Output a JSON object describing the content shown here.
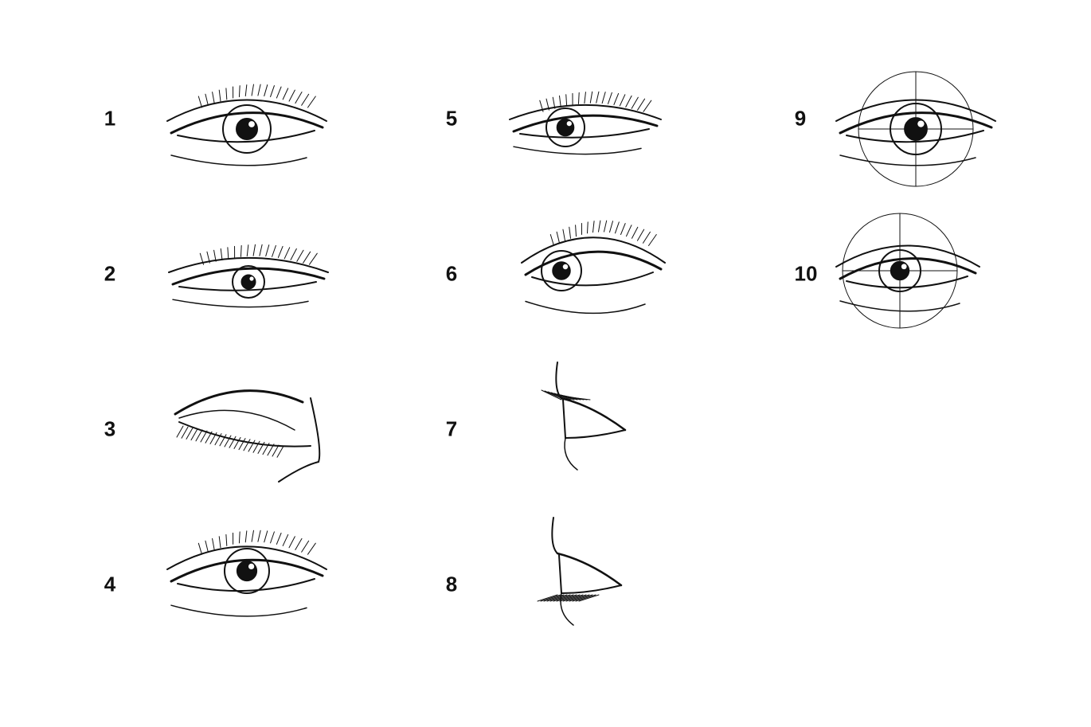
{
  "items": [
    {
      "label": "1",
      "view": "front-open"
    },
    {
      "label": "2",
      "view": "half-closed"
    },
    {
      "label": "3",
      "view": "closed"
    },
    {
      "label": "4",
      "view": "looking-up"
    },
    {
      "label": "5",
      "view": "three-quarter"
    },
    {
      "label": "6",
      "view": "three-quarter-wide"
    },
    {
      "label": "7",
      "view": "profile-open"
    },
    {
      "label": "8",
      "view": "profile-closed"
    },
    {
      "label": "9",
      "view": "construction-front"
    },
    {
      "label": "10",
      "view": "construction-angled"
    }
  ],
  "colors": {
    "background": "#ffffff",
    "ink": "#111111"
  }
}
